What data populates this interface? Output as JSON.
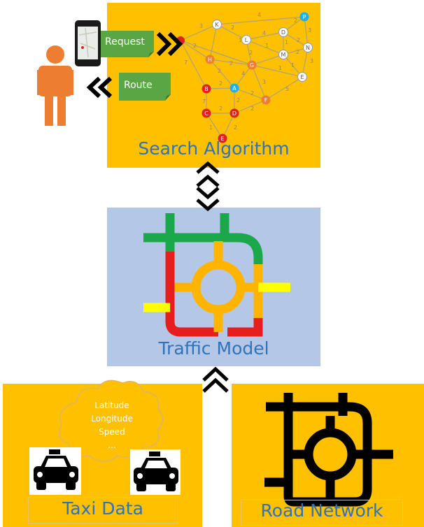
{
  "labels": {
    "search": "Search Algorithm",
    "traffic": "Traffic Model",
    "taxi": "Taxi Data",
    "road": "Road Network",
    "request": "Request",
    "route": "Route"
  },
  "cloud": [
    "Latitude",
    "Longitude",
    "Speed",
    "..."
  ],
  "graph": {
    "nodes": {
      "K": "K",
      "L": "L",
      "D2": "D",
      "P": "P",
      "M": "M",
      "N": "N",
      "E2": "E",
      "H": "H",
      "G": "G",
      "B": "B",
      "A": "A",
      "F": "F",
      "C": "C",
      "D": "D",
      "E": "E"
    },
    "weights": [
      "4",
      "3",
      "2",
      "3",
      "1",
      "4",
      "2",
      "2",
      "2",
      "2",
      "7",
      "2",
      "2",
      "1",
      "2",
      "1",
      "3",
      "3",
      "3",
      "4",
      "2",
      "2",
      "2",
      "5",
      "3",
      "2",
      "3",
      "2",
      "2",
      "1",
      "2",
      "3",
      "1",
      "2",
      "2",
      "1",
      "3",
      "1"
    ]
  },
  "colors": {
    "panel_orange": "#ffc000",
    "panel_blue": "#b4c7e7",
    "caption_blue": "#2f73b9",
    "node_red": "#e02020",
    "node_orange": "#ed7d31",
    "node_blue": "#1fb0e8",
    "road_green": "#1aa84a",
    "road_red": "#e81e1e",
    "road_amber": "#ffb400",
    "road_yellow": "#ffff00",
    "tag_green": "#5aa544",
    "person": "#ed7d31"
  },
  "icons": [
    "smartphone-icon",
    "person-icon",
    "taxi-icon",
    "double-chevron-right-icon",
    "double-chevron-left-icon",
    "diamond-up-down-icon",
    "double-chevron-up-icon",
    "cloud-icon"
  ]
}
